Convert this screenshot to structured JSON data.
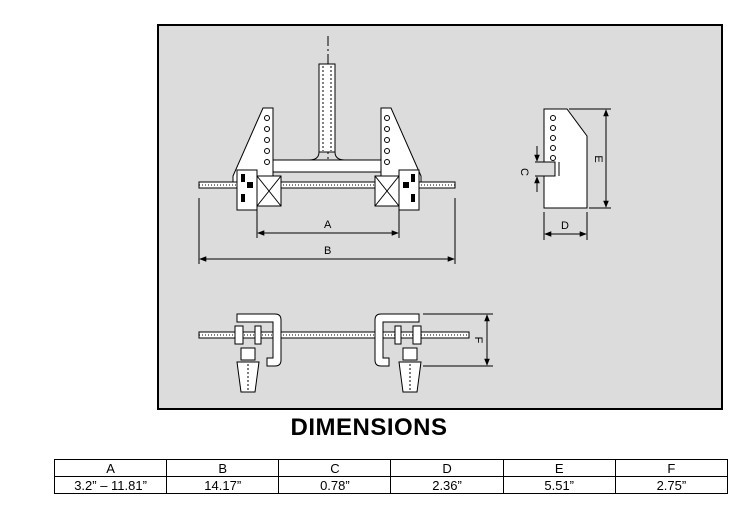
{
  "drawing": {
    "labels": {
      "a": "A",
      "b": "B",
      "c": "C",
      "d": "D",
      "e": "E",
      "f": "F"
    }
  },
  "title": "DIMENSIONS",
  "table": {
    "headers": [
      "A",
      "B",
      "C",
      "D",
      "E",
      "F"
    ],
    "values": [
      "3.2” – 11.81”",
      "14.17”",
      "0.78”",
      "2.36”",
      "5.51”",
      "2.75”"
    ]
  }
}
